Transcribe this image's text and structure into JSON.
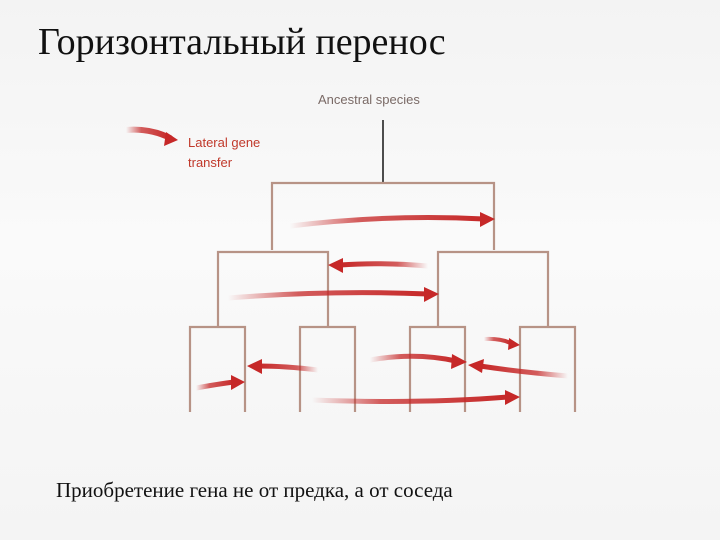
{
  "title": "Горизонтальный перенос",
  "caption": "Приобретение гена не от предка, а от соседа",
  "diagram": {
    "root_label": "Ancestral species",
    "legend": {
      "line1": "Lateral gene",
      "line2": "transfer"
    },
    "colors": {
      "branch": "#b79386",
      "arrow": "#c62828"
    }
  }
}
